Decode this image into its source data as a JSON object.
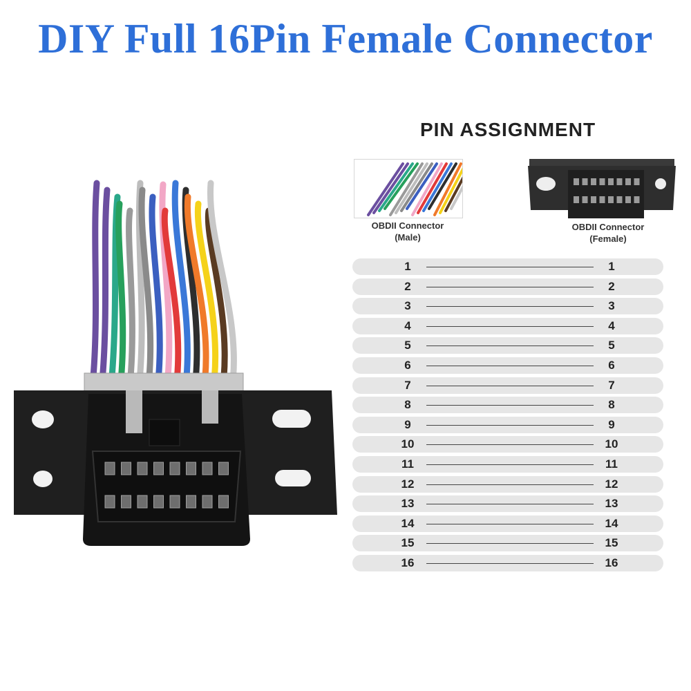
{
  "title": "DIY Full 16Pin Female Connector",
  "pin_assignment": {
    "heading": "PIN ASSIGNMENT",
    "male_caption": [
      "OBDII Connector",
      "(Male)"
    ],
    "female_caption": [
      "OBDII Connector",
      "(Female)"
    ],
    "rows": [
      {
        "left": "1",
        "right": "1"
      },
      {
        "left": "2",
        "right": "2"
      },
      {
        "left": "3",
        "right": "3"
      },
      {
        "left": "4",
        "right": "4"
      },
      {
        "left": "5",
        "right": "5"
      },
      {
        "left": "6",
        "right": "6"
      },
      {
        "left": "7",
        "right": "7"
      },
      {
        "left": "8",
        "right": "8"
      },
      {
        "left": "9",
        "right": "9"
      },
      {
        "left": "10",
        "right": "10"
      },
      {
        "left": "11",
        "right": "11"
      },
      {
        "left": "12",
        "right": "12"
      },
      {
        "left": "13",
        "right": "13"
      },
      {
        "left": "14",
        "right": "14"
      },
      {
        "left": "15",
        "right": "15"
      },
      {
        "left": "16",
        "right": "16"
      }
    ]
  },
  "colors": {
    "title": "#2e6fd8",
    "connector": "#1c1c1c",
    "row_bg": "#e6e6e6",
    "wires": [
      "#6b4fa0",
      "#6b4fa0",
      "#2aa88a",
      "#27a05c",
      "#9a9a9a",
      "#bdbdbd",
      "#8a8a8a",
      "#3b5fc0",
      "#f2a7c6",
      "#e23a3a",
      "#3a78d8",
      "#2e2e2e",
      "#f07a2a",
      "#f5d21a",
      "#5a3b22",
      "#c8c8c8"
    ]
  }
}
